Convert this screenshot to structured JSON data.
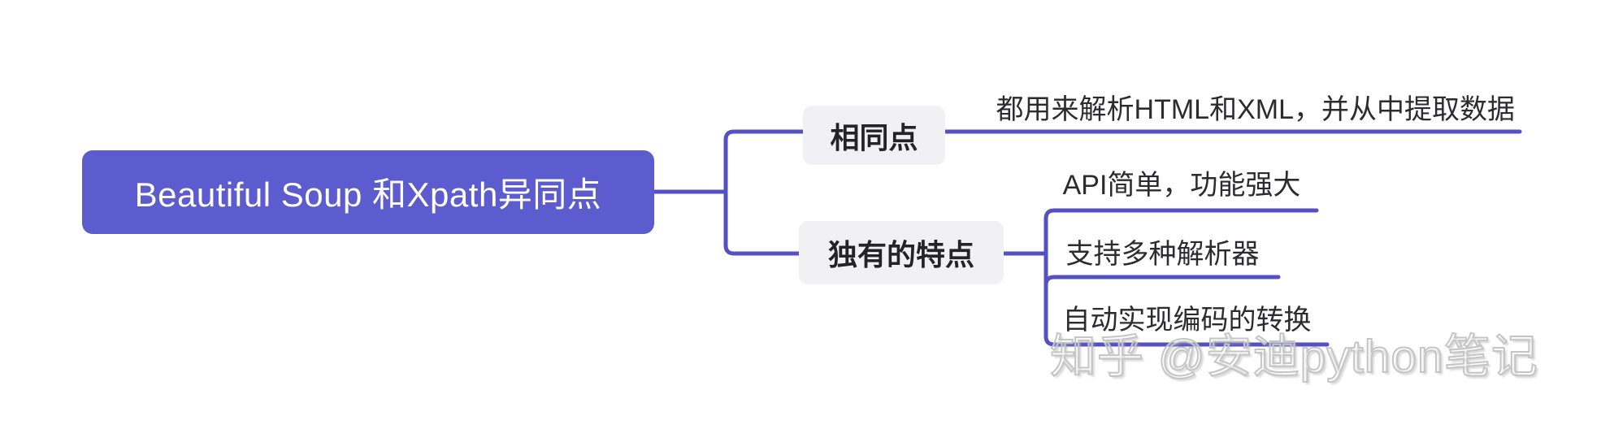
{
  "root": {
    "label": "Beautiful Soup 和Xpath异同点"
  },
  "branches": [
    {
      "label": "相同点",
      "children": [
        {
          "label": "都用来解析HTML和XML，并从中提取数据"
        }
      ]
    },
    {
      "label": "独有的特点",
      "children": [
        {
          "label": "API简单，功能强大"
        },
        {
          "label": "支持多种解析器"
        },
        {
          "label": "自动实现编码的转换"
        }
      ]
    }
  ],
  "watermark": "知乎 @安迪python笔记",
  "colors": {
    "node_fill": "#5c5ccf",
    "node_text": "#ffffff",
    "line": "#5551c2",
    "branch_fill": "#f1f1f3",
    "branch_text": "#242428",
    "leaf_text": "#2b2b30",
    "watermark": "#c5c5c5",
    "canvas_bg": "#ffffff"
  }
}
